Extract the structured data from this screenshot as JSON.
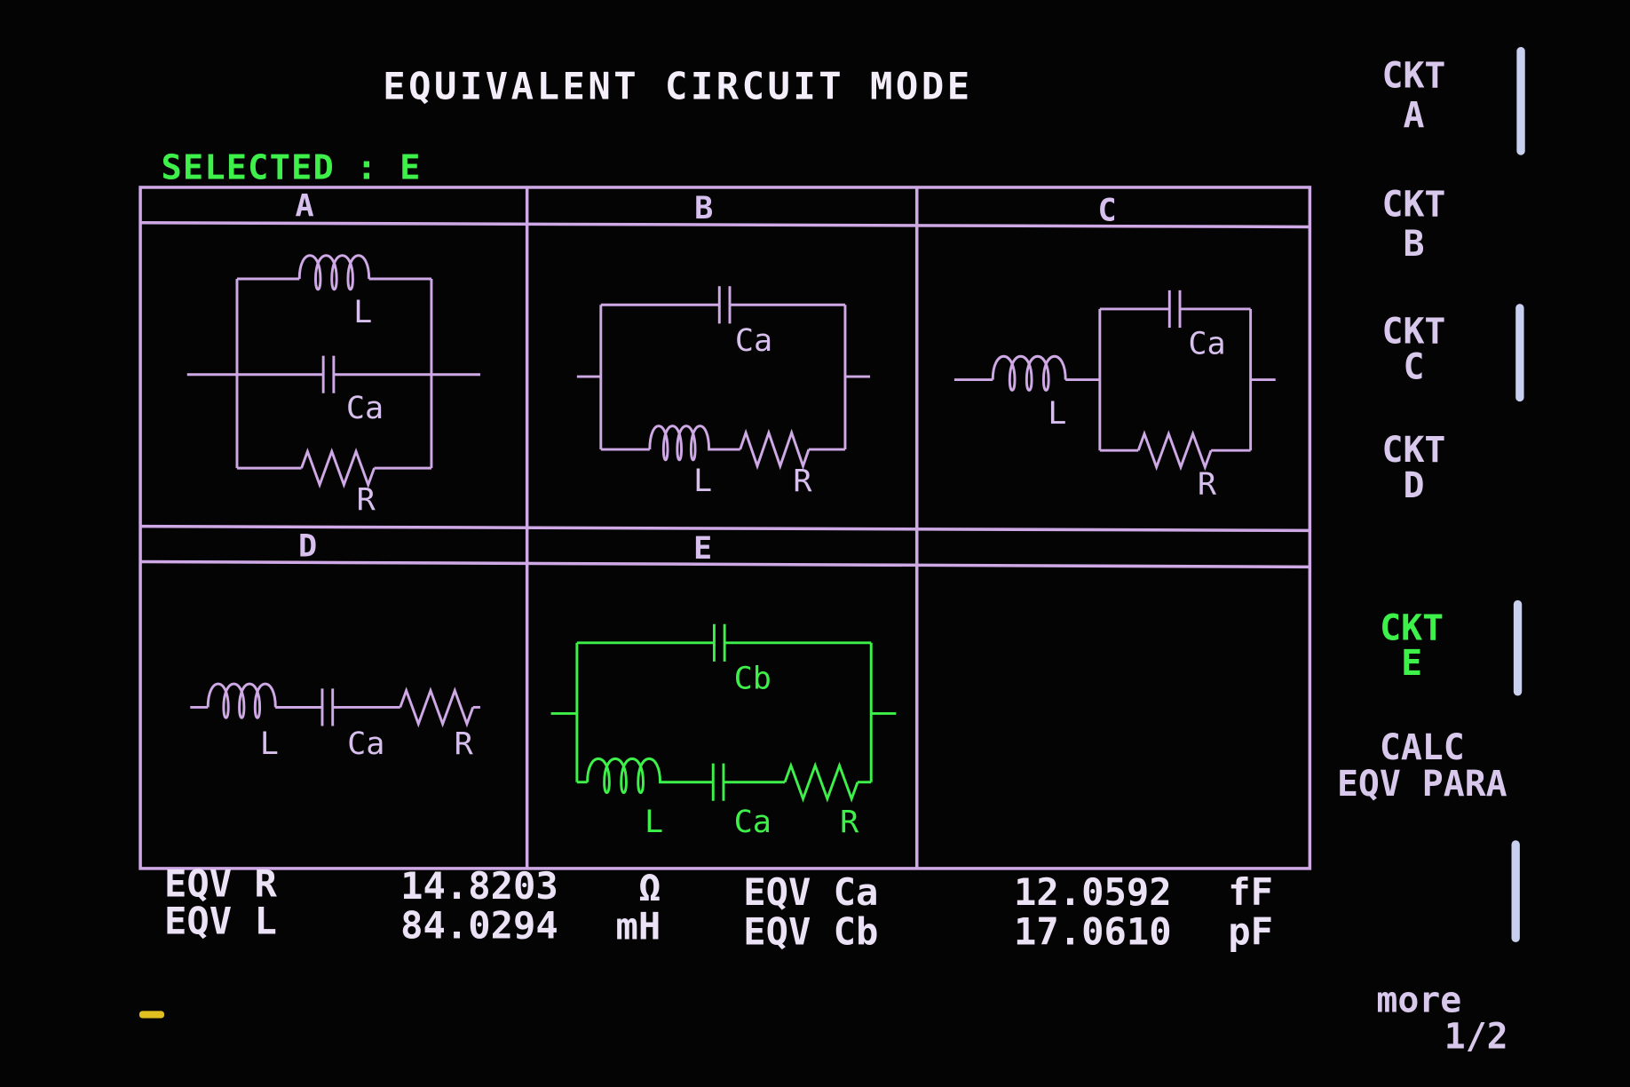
{
  "title": "EQUIVALENT CIRCUIT MODE",
  "selected_label": "SELECTED : E",
  "circuits": [
    {
      "id": "A",
      "labels": {
        "L": "L",
        "Ca": "Ca",
        "R": "R"
      }
    },
    {
      "id": "B",
      "labels": {
        "Ca": "Ca",
        "L": "L",
        "R": "R"
      }
    },
    {
      "id": "C",
      "labels": {
        "L": "L",
        "Ca": "Ca",
        "R": "R"
      }
    },
    {
      "id": "D",
      "labels": {
        "L": "L",
        "Ca": "Ca",
        "R": "R"
      }
    },
    {
      "id": "E",
      "labels": {
        "Cb": "Cb",
        "L": "L",
        "Ca": "Ca",
        "R": "R"
      },
      "selected": true
    },
    {
      "id": "",
      "labels": {}
    }
  ],
  "readouts": [
    {
      "name": "EQV R",
      "value": "14.8203",
      "unit": "Ω"
    },
    {
      "name": "EQV L",
      "value": "84.0294",
      "unit": "mH"
    },
    {
      "name": "EQV Ca",
      "value": "12.0592",
      "unit": "fF"
    },
    {
      "name": "EQV Cb",
      "value": "17.0610",
      "unit": "pF"
    }
  ],
  "softkeys": [
    {
      "line1": "CKT",
      "line2": "A"
    },
    {
      "line1": "CKT",
      "line2": "B"
    },
    {
      "line1": "CKT",
      "line2": "C"
    },
    {
      "line1": "CKT",
      "line2": "D"
    },
    {
      "line1": "CKT",
      "line2": "E",
      "selected": true
    },
    {
      "line1": "CALC",
      "line2": "EQV PARA"
    },
    {
      "line1": "more",
      "line2": "1/2"
    }
  ],
  "colors": {
    "text": "#e6d8f2",
    "grid": "#cfa9e6",
    "selected": "#3ef04a",
    "cursor": "#e0c020"
  }
}
